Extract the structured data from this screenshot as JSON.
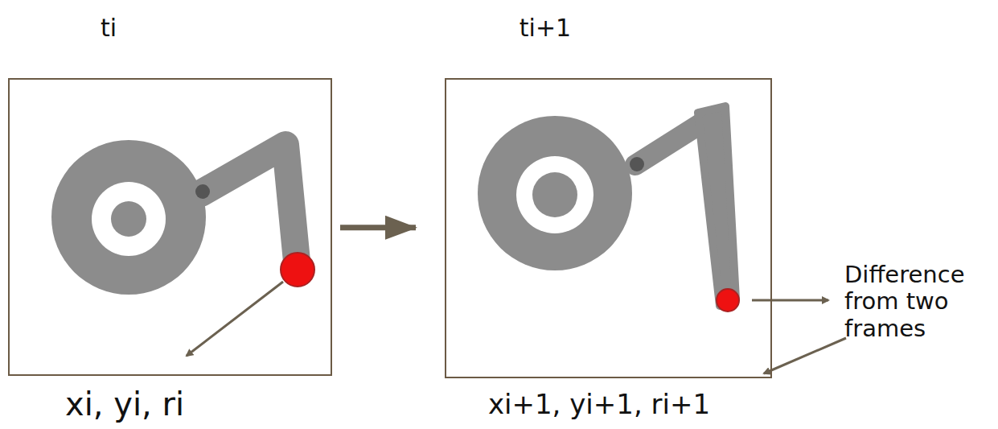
{
  "diagram": {
    "nodes": [
      {
        "text": [
          "ti",
          "xi, yi, ri"
        ]
      },
      {
        "text": [
          "ti+1",
          "xi+1, yi+1, ri+1"
        ]
      }
    ],
    "edges": [
      {
        "from": 0,
        "to": 1,
        "arrow": "to"
      }
    ],
    "labels": [
      "Difference from two frames"
    ]
  }
}
